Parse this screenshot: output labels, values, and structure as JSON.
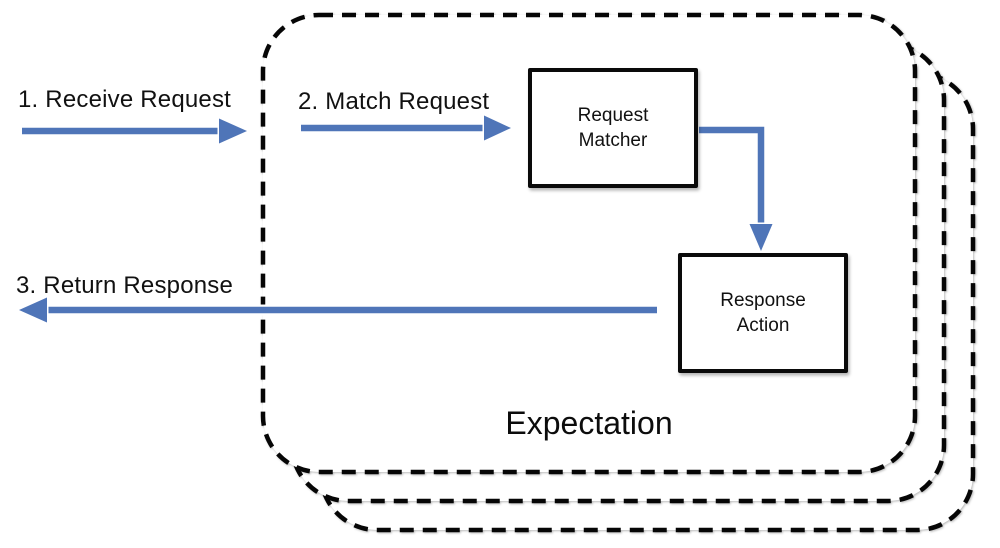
{
  "diagram": {
    "container_label": "Expectation",
    "steps": [
      {
        "label": "1. Receive Request",
        "direction": "right"
      },
      {
        "label": "2. Match Request",
        "direction": "right"
      },
      {
        "label": "3. Return Response",
        "direction": "left"
      }
    ],
    "nodes": [
      {
        "label": "Request Matcher"
      },
      {
        "label": "Response Action"
      }
    ],
    "stack_card_count": 3,
    "colors": {
      "arrow_blue": "#4f75b8",
      "solid_box_border": "#0a0a0a",
      "dashed_card_border": "#060606",
      "text": "#111111",
      "background": "#ffffff"
    }
  }
}
